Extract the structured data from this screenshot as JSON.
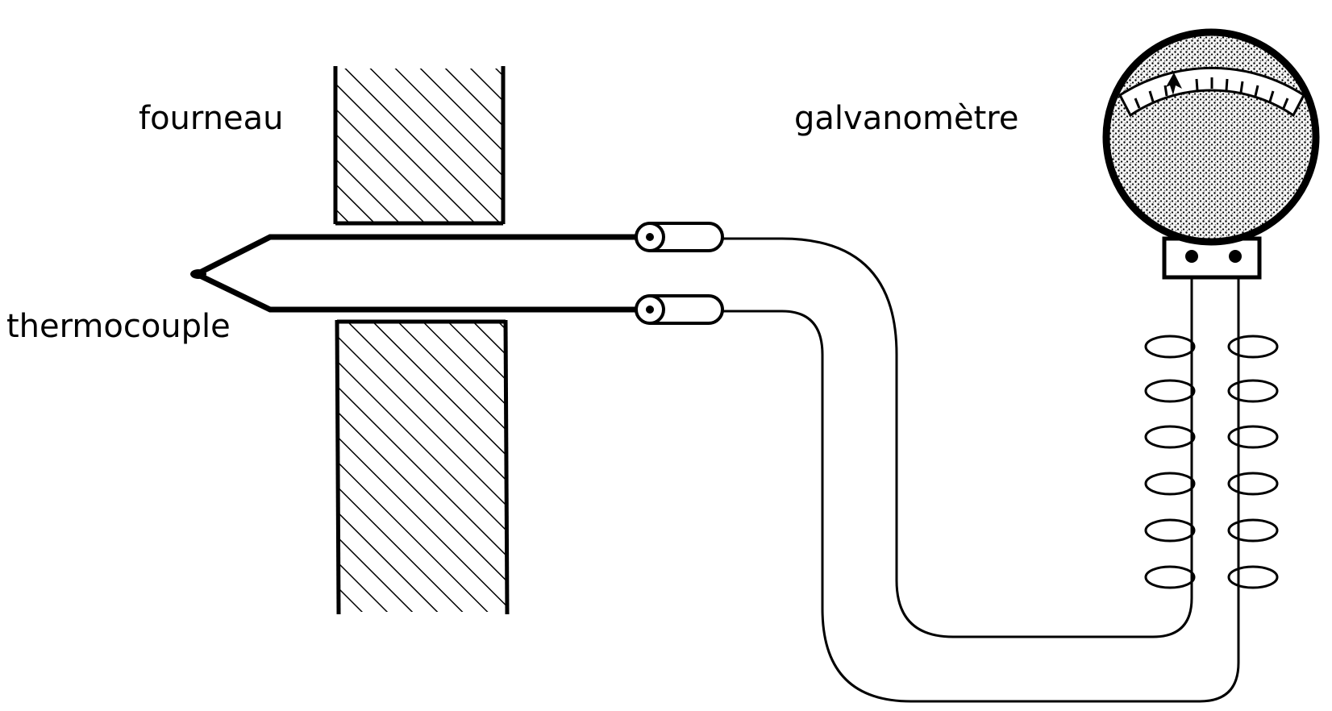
{
  "labels": {
    "furnace": "fourneau",
    "galvanometer": "galvanomètre",
    "thermocouple": "thermocouple"
  },
  "colors": {
    "ink": "#000000",
    "paper": "#ffffff",
    "dial_face": "#ffffff"
  }
}
